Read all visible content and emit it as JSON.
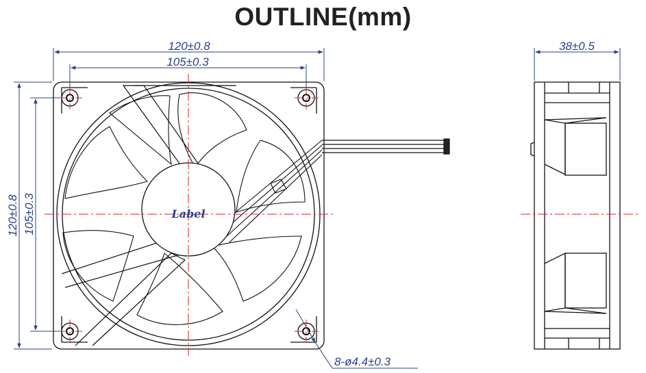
{
  "title": "OUTLINE(mm)",
  "colors": {
    "outline": "#111111",
    "dimension": "#2a3f8a",
    "centerline": "#d8202e"
  },
  "front_view": {
    "width_overall": "120±0.8",
    "width_holes": "105±0.3",
    "height_overall": "120±0.8",
    "height_holes": "105±0.3",
    "hub_label": "Label",
    "hole_callout": "8-ø4.4±0.3"
  },
  "side_view": {
    "depth": "38±0.5"
  }
}
